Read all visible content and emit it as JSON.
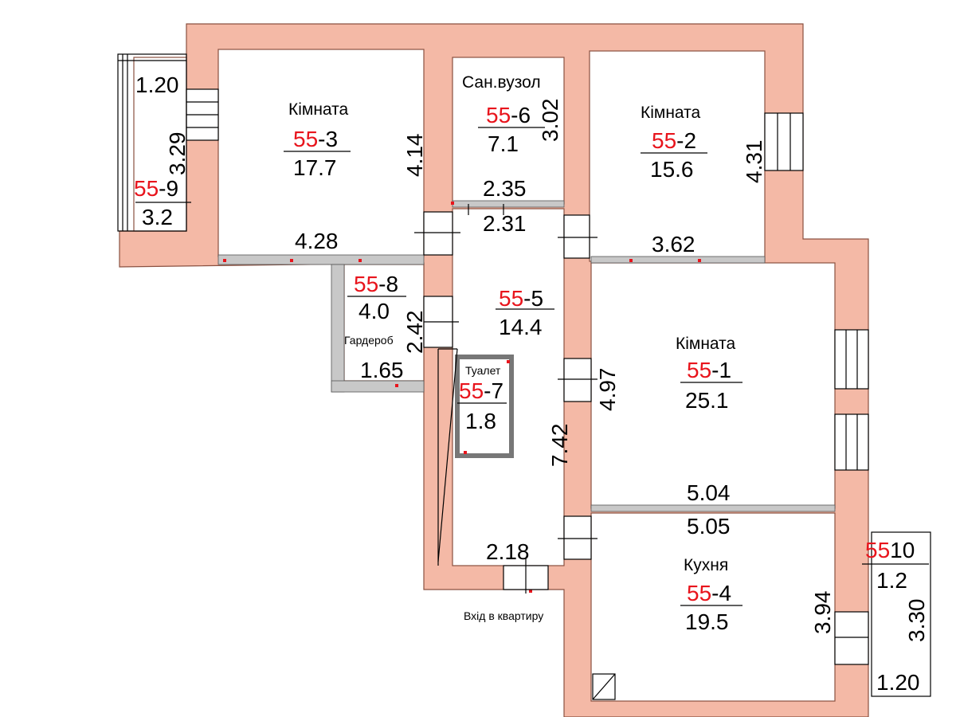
{
  "colors": {
    "wall": "#f4b9a6",
    "wall_edge": "#8a5040",
    "partition": "#c8c8c8",
    "accent": "#e8141c"
  },
  "prefix": "55",
  "rooms": [
    {
      "id": "room-55-1",
      "label": "Кімната",
      "suffix": "-1",
      "area": "25.1"
    },
    {
      "id": "room-55-2",
      "label": "Кімната",
      "suffix": "-2",
      "area": "15.6"
    },
    {
      "id": "room-55-3",
      "label": "Кімната",
      "suffix": "-3",
      "area": "17.7"
    },
    {
      "id": "room-55-4",
      "label": "Кухня",
      "suffix": "-4",
      "area": "19.5"
    },
    {
      "id": "room-55-5",
      "label": "",
      "suffix": "-5",
      "area": "14.4"
    },
    {
      "id": "room-55-6",
      "label": "Сан.вузол",
      "suffix": "-6",
      "area": "7.1"
    },
    {
      "id": "room-55-7",
      "label": "Туалет",
      "suffix": "-7",
      "area": "1.8"
    },
    {
      "id": "room-55-8",
      "label": "Гардероб",
      "suffix": "-8",
      "area": "4.0"
    },
    {
      "id": "room-55-9",
      "label": "",
      "suffix": "-9",
      "area": "3.2"
    },
    {
      "id": "room-55-10",
      "label": "",
      "suffix": "10",
      "area": "1.2"
    }
  ],
  "dimensions": {
    "d_1_20_top": "1.20",
    "d_3_29": "3.29",
    "d_4_14": "4.14",
    "d_4_28": "4.28",
    "d_3_02": "3.02",
    "d_2_35": "2.35",
    "d_2_31": "2.31",
    "d_4_31": "4.31",
    "d_3_62": "3.62",
    "d_2_42": "2.42",
    "d_1_65": "1.65",
    "d_4_97": "4.97",
    "d_7_42": "7.42",
    "d_5_04": "5.04",
    "d_5_05": "5.05",
    "d_2_18": "2.18",
    "d_3_94": "3.94",
    "d_3_30": "3.30",
    "d_1_20_bottom": "1.20"
  },
  "entrance_label": "Вхід в квартиру"
}
